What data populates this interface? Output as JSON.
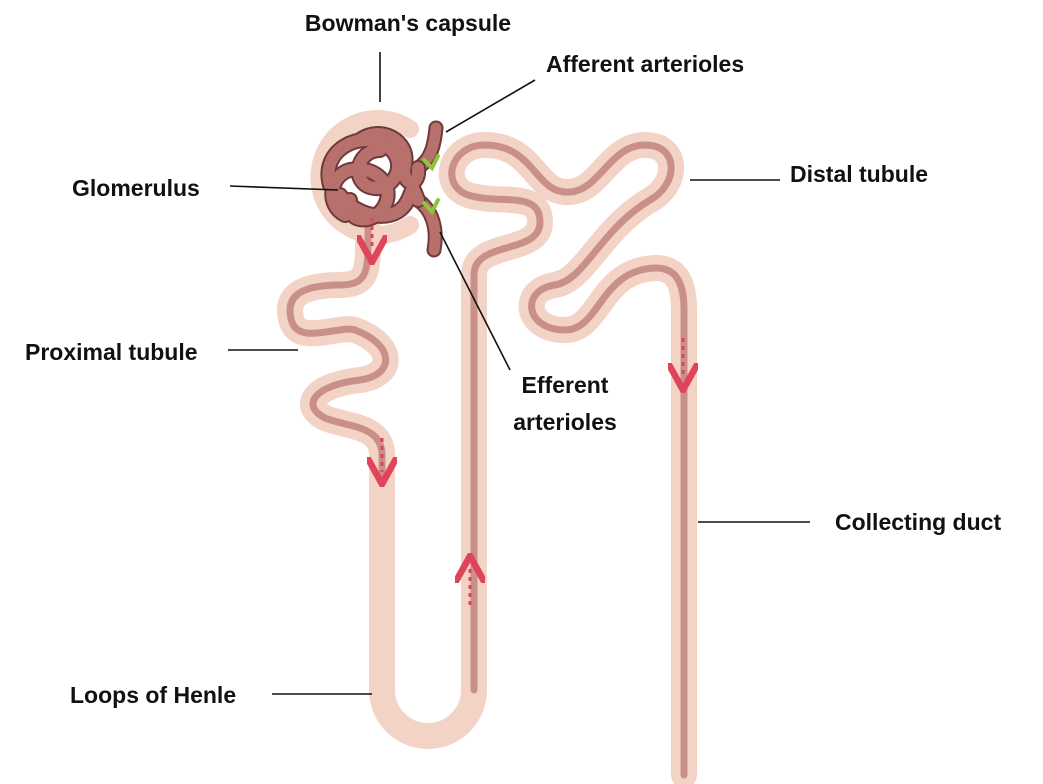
{
  "labels": {
    "bowman": "Bowman's capsule",
    "afferent": "Afferent arterioles",
    "glomerulus": "Glomerulus",
    "distal": "Distal tubule",
    "proximal": "Proximal tubule",
    "efferent_line1": "Efferent",
    "efferent_line2": "arterioles",
    "collecting": "Collecting duct",
    "henle": "Loops of Henle"
  },
  "colors": {
    "tubule_outer": "#f2d3c6",
    "tubule_inner": "#c9908a",
    "glomerulus_fill": "#b8706c",
    "glomerulus_outline": "#6e3a3a",
    "flow_arrow": "#e0445c",
    "valve_green": "#8cc63f",
    "leader_line": "#111111"
  }
}
